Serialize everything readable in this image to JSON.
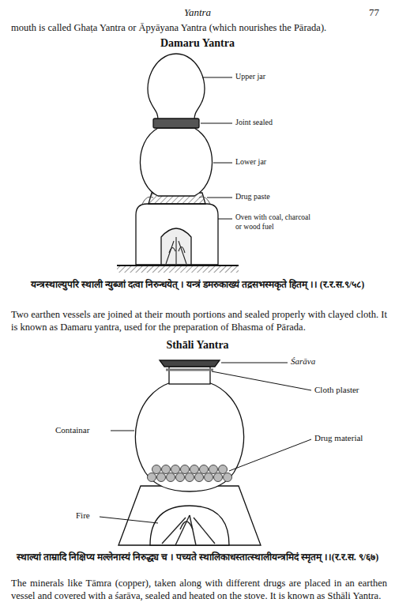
{
  "diagram": {
    "labels": [
      "Yantra",
      "77",
      "mouth is called Ghaṭa Yantra or Āpyāyana Yantra (which nourishes the Pārada).",
      "Damaru Yantra",
      "Upper jar",
      "Joint sealed",
      "Lower jar",
      "Drug paste",
      "Oven with coal, charcoal or wood fuel",
      "यन्त्रस्थाल्युपरि स्थाली न्युब्जां दत्वा निरुन्धयेत् । यन्त्रं डमरुकाख्यं तद्रसभस्मकृते हितम् ।। (र.र.स.९/५८)",
      "Two earthen vessels are joined at their mouth portions and sealed properly with clayed cloth. It is known as Damaru yantra, used for the preparation of Bhasma of Pārada.",
      "Sthāli Yantra",
      "Śarāva",
      "Cloth plaster",
      "Containar",
      "Drug material",
      "Fire",
      "स्थाल्यां ताम्रादि निक्षिप्य मल्लेनास्यं निरुद्ध्य च । पच्यते स्थालिकाधस्तात्स्थालीयन्त्रमिदं स्मृतम् ।।(र.र.स. ९/६७)",
      "The minerals like Tāmra (copper), taken along with different drugs are placed in an earthen vessel and covered with a śarāva, sealed and heated on the stove. It is known as Sthāli Yantra."
    ]
  }
}
